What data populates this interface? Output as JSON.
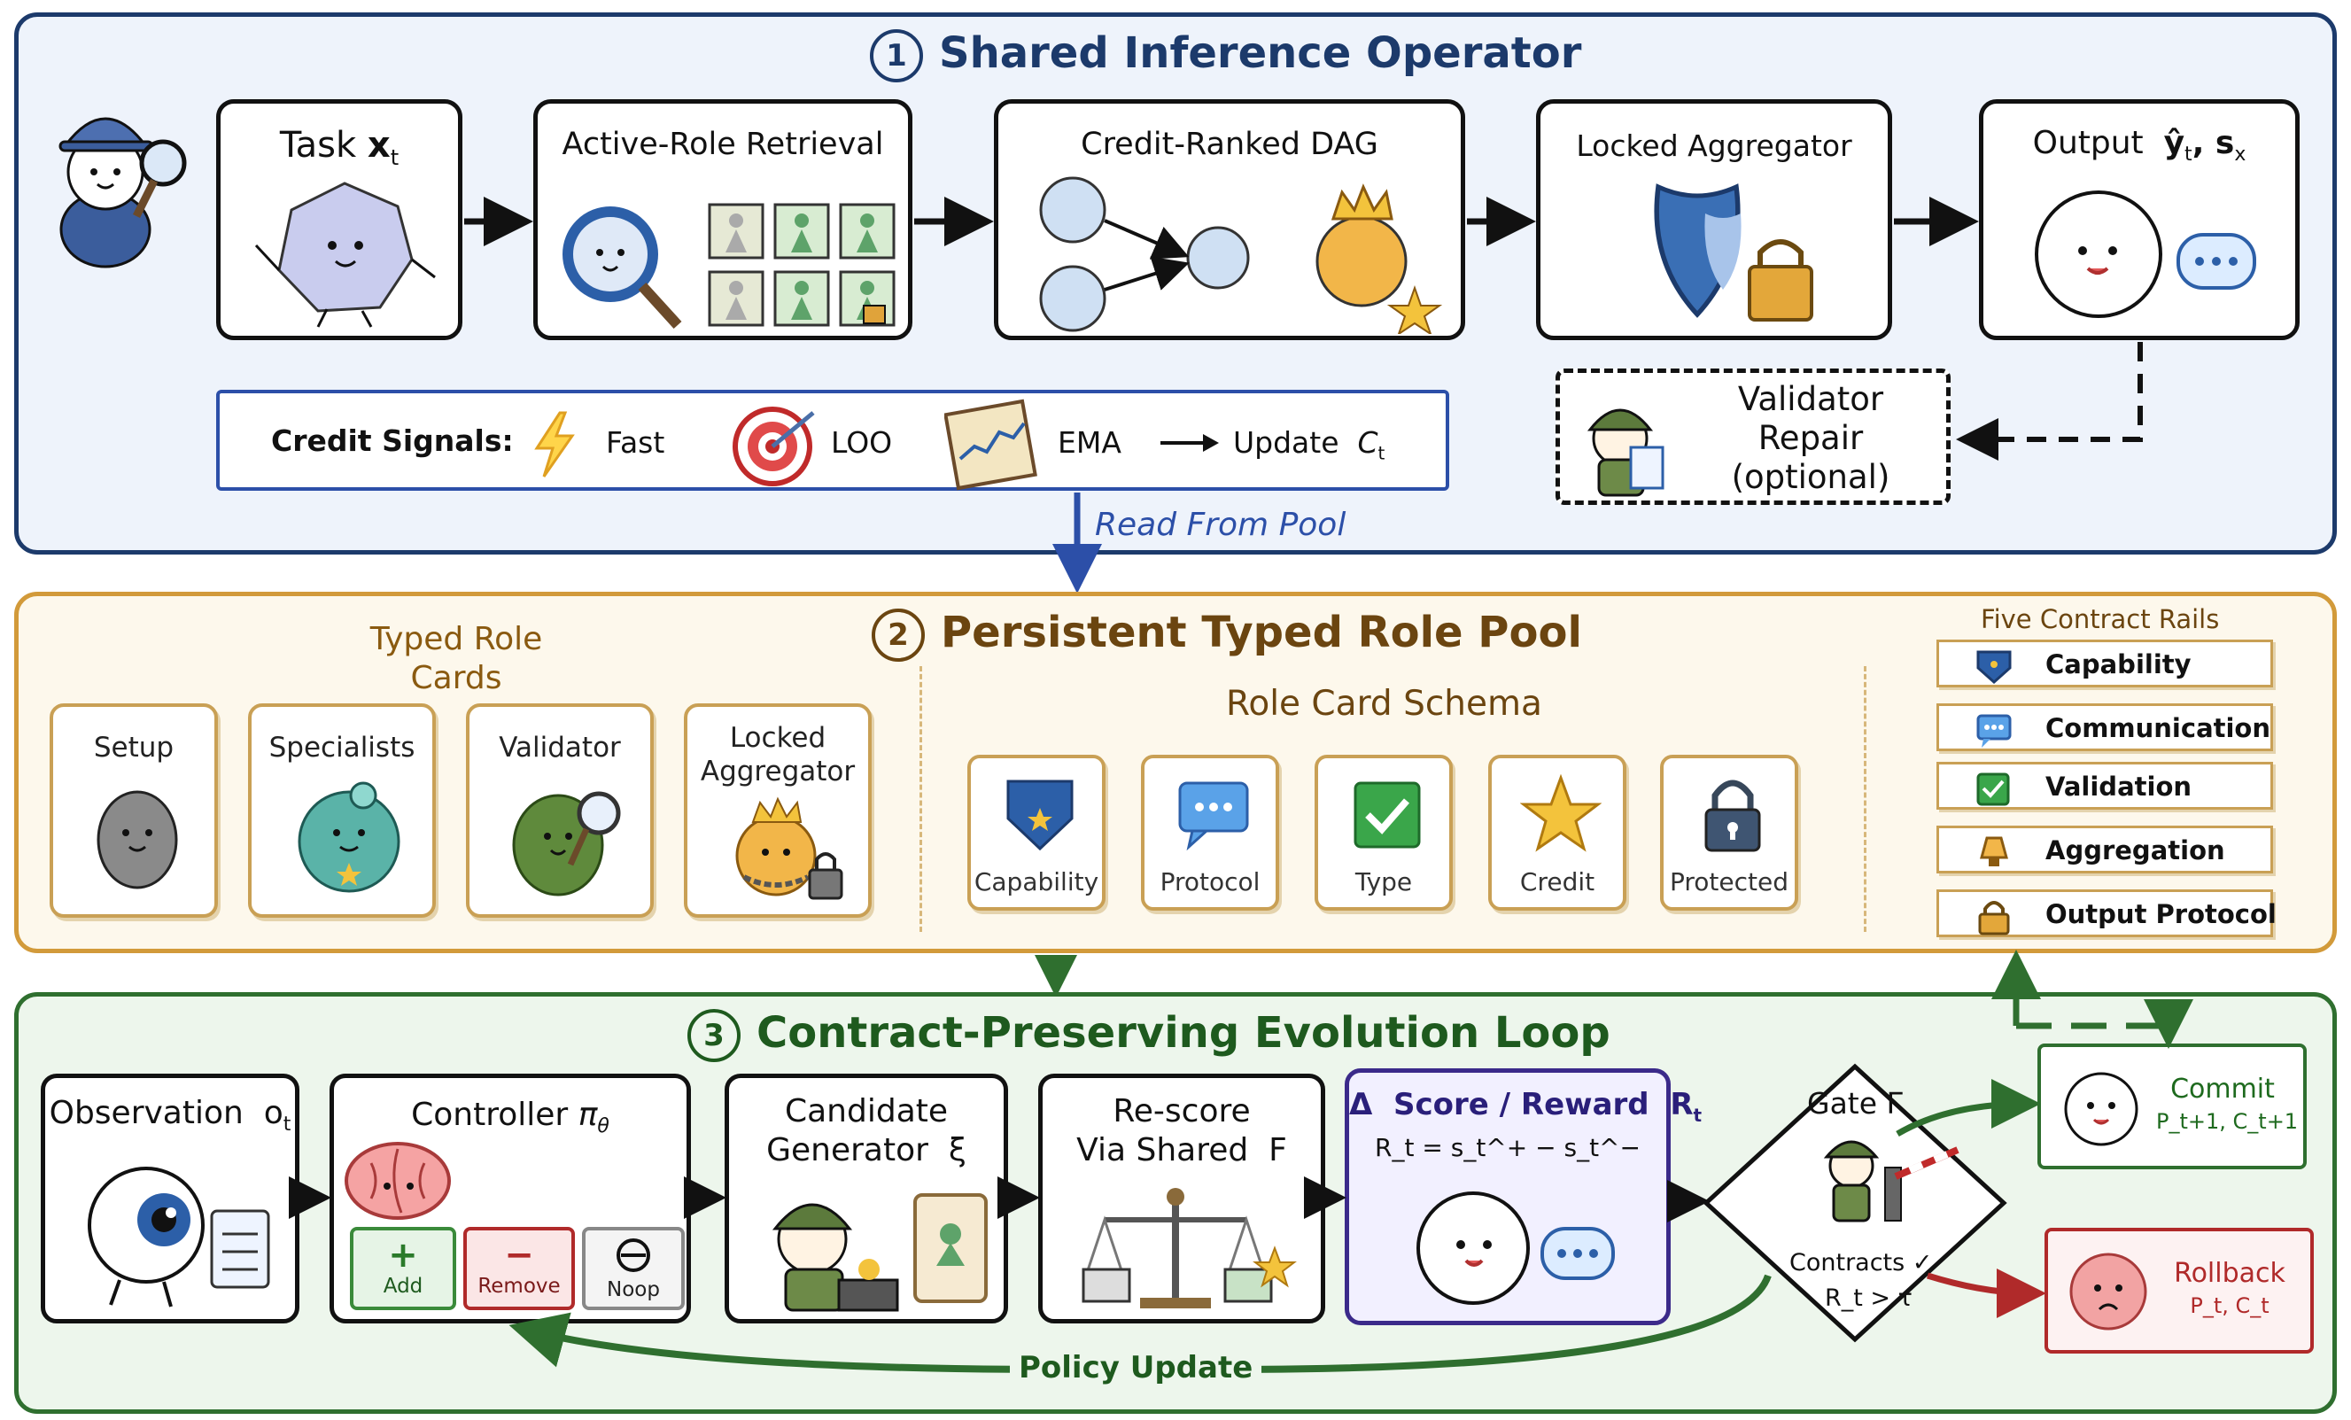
{
  "panel1": {
    "number": "1",
    "title": "Shared Inference Operator",
    "boxes": {
      "task": {
        "label": "Task",
        "var": "x",
        "sub": "t"
      },
      "retrieval": {
        "label": "Active-Role Retrieval"
      },
      "dag": {
        "label": "Credit-Ranked DAG"
      },
      "aggregator": {
        "label": "Locked Aggregator"
      },
      "output": {
        "label": "Output",
        "var": "ŷ",
        "sub": "t",
        "var2": ", s",
        "sub2": "x"
      }
    },
    "credit_signals": {
      "label": "Credit Signals:",
      "fast": "Fast",
      "loo": "LOO",
      "ema": "EMA",
      "update": "Update",
      "update_var": "C",
      "update_sub": "t"
    },
    "validator": {
      "line1": "Validator",
      "line2": "Repair",
      "line3": "(optional)"
    },
    "read_from_pool": "Read From Pool"
  },
  "panel2": {
    "number": "2",
    "title": "Persistent Typed Role Pool",
    "typed_role_cards": "Typed Role Cards",
    "cards": [
      {
        "label": "Setup"
      },
      {
        "label": "Specialists"
      },
      {
        "label": "Validator"
      },
      {
        "label": "Locked Aggregator"
      }
    ],
    "schema_title": "Role Card Schema",
    "schema": [
      {
        "label": "Capability"
      },
      {
        "label": "Protocol"
      },
      {
        "label": "Type"
      },
      {
        "label": "Credit"
      },
      {
        "label": "Protected"
      }
    ],
    "rails_title": "Five Contract Rails",
    "rails": [
      {
        "label": "Capability"
      },
      {
        "label": "Communication"
      },
      {
        "label": "Validation"
      },
      {
        "label": "Aggregation"
      },
      {
        "label": "Output Protocol"
      }
    ]
  },
  "panel3": {
    "number": "3",
    "title": "Contract-Preserving Evolution Loop",
    "observation": {
      "label": "Observation",
      "var": "o",
      "sub": "t"
    },
    "controller": {
      "label": "Controller",
      "var": "π",
      "sub": "θ",
      "add_symbol": "+",
      "add": "Add",
      "remove_symbol": "−",
      "remove": "Remove",
      "noop": "Noop"
    },
    "candidate": {
      "line1": "Candidate",
      "line2": "Generator",
      "var": "ξ"
    },
    "rescore": {
      "line1": "Re-score",
      "line2": "Via Shared",
      "var": "F"
    },
    "score": {
      "delta": "Δ",
      "label": "Score / Reward",
      "var": "R",
      "sub": "t",
      "formula": "R_t = s_t^+ − s_t^−"
    },
    "gate": {
      "label": "Gate",
      "var": "Γ",
      "contracts": "Contracts ✓",
      "cond": "R_t > τ"
    },
    "commit": {
      "label": "Commit",
      "vars": "P_t+1, C_t+1"
    },
    "rollback": {
      "label": "Rollback",
      "vars": "P_t, C_t"
    },
    "policy_update": "Policy Update"
  },
  "colors": {
    "navy": "#1c3a6b",
    "gold": "#d29a3a",
    "green": "#2f6f2f",
    "red": "#b02a2a",
    "purple": "#3b2a8a"
  }
}
